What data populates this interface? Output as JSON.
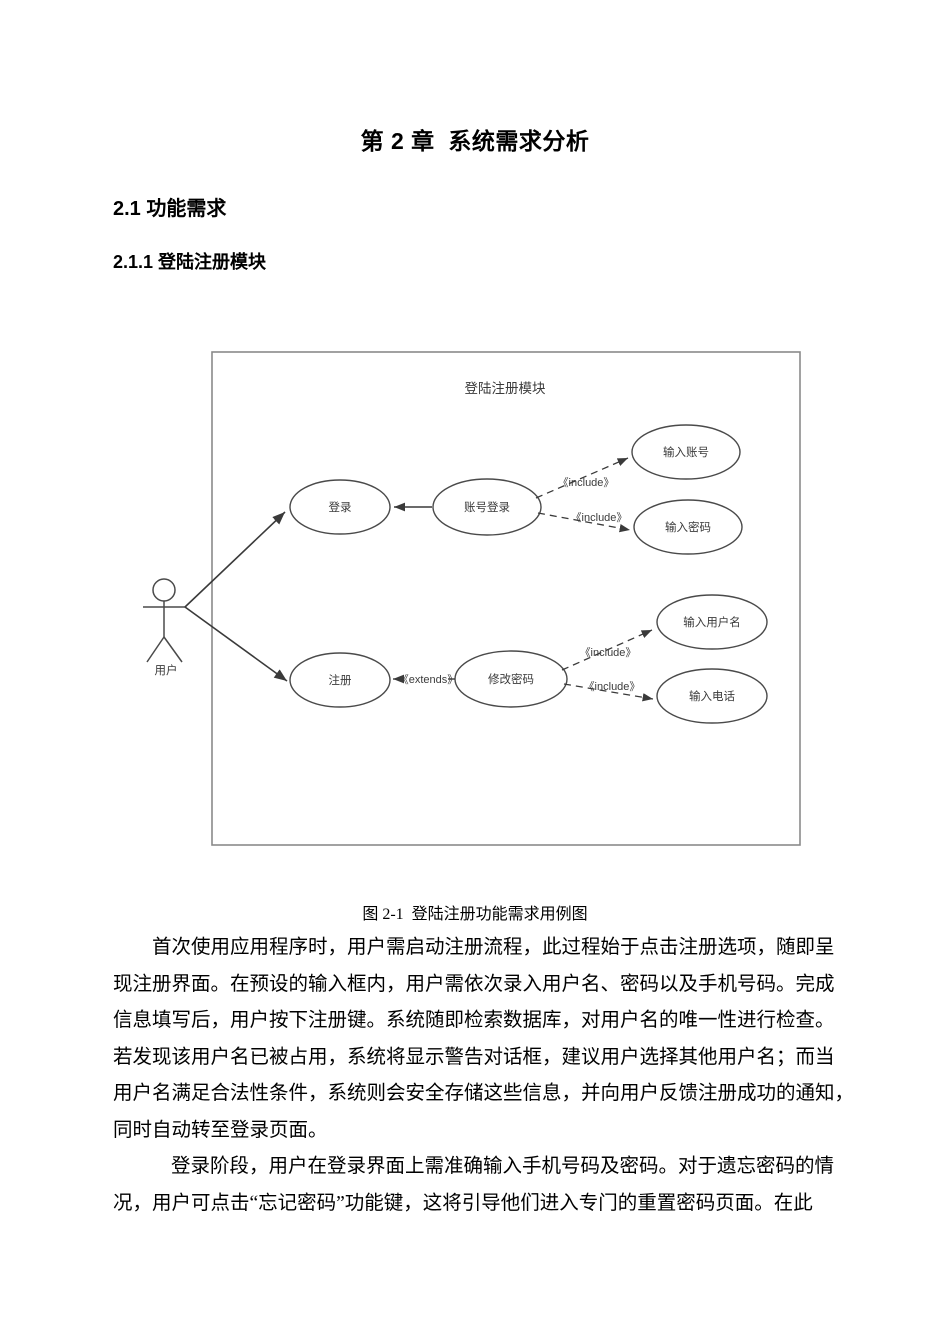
{
  "document": {
    "chapter_title": "第 2 章  系统需求分析",
    "heading_2_1": "2.1 功能需求",
    "heading_2_1_1": "2.1.1 登陆注册模块",
    "figure_caption": "图 2-1  登陆注册功能需求用例图"
  },
  "diagram": {
    "title": "登陆注册模块",
    "actor_label": "用户",
    "border_color": "#7a7a7a",
    "node_color": "#4a4a4a",
    "text_color": "#3b3b3b",
    "use_cases": {
      "login": "登录",
      "account_login": "账号登录",
      "input_account": "输入账号",
      "input_password": "输入密码",
      "register": "注册",
      "change_password": "修改密码",
      "input_username": "输入用户名",
      "input_phone": "输入电话"
    },
    "relations": {
      "include_1": "《include》",
      "include_2": "《include》",
      "include_3": "《include》",
      "include_4": "《include》",
      "extends_1": "《extends》"
    }
  },
  "body": {
    "paragraph_1": [
      "首次使用应用程序时，用户需启动注册流程，此过程始于点击注册选项，随即呈",
      "现注册界面。在预设的输入框内，用户需依次录入用户名、密码以及手机号码。完成",
      "信息填写后，用户按下注册键。系统随即检索数据库，对用户名的唯一性进行检查。",
      "若发现该用户名已被占用，系统将显示警告对话框，建议用户选择其他用户名；而当",
      "用户名满足合法性条件，系统则会安全存储这些信息，并向用户反馈注册成功的通知，",
      "同时自动转至登录页面。"
    ],
    "paragraph_2": [
      "登录阶段，用户在登录界面上需准确输入手机号码及密码。对于遗忘密码的情",
      "况，用户可点击“忘记密码”功能键，这将引导他们进入专门的重置密码页面。在此"
    ]
  }
}
